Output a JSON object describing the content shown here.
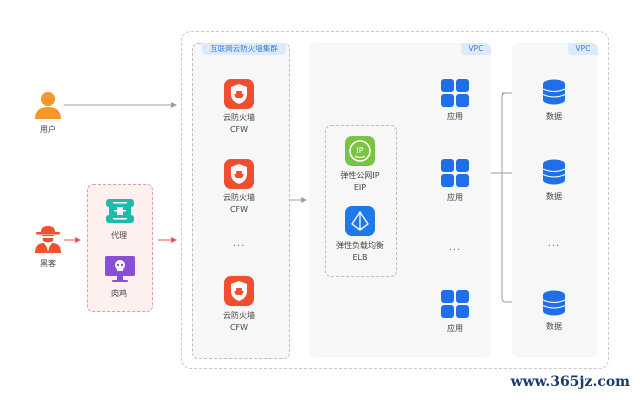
{
  "actors": {
    "user": {
      "label": "用户",
      "icon": "user-icon",
      "color": "#f5952a"
    },
    "hacker": {
      "label": "黑客",
      "icon": "hacker-icon",
      "color": "#f0522f"
    }
  },
  "attack_sources": [
    {
      "label": "代理",
      "icon": "proxy-icon",
      "color": "#1cbcaa"
    },
    {
      "label": "肉鸡",
      "icon": "zombie-computer-icon",
      "color": "#8a4fd8"
    }
  ],
  "cluster": {
    "title": "互联网云防火墙集群",
    "nodes": [
      {
        "name": "云防火墙",
        "abbr": "CFW"
      },
      {
        "name": "云防火墙",
        "abbr": "CFW"
      },
      {
        "name": "云防火墙",
        "abbr": "CFW"
      }
    ],
    "ellipsis": "...",
    "color": "#f04e2f"
  },
  "vpc_app": {
    "tag": "VPC",
    "gateway": [
      {
        "name": "弹性公网IP",
        "abbr": "EIP",
        "icon": "eip-icon",
        "color": "#7cc343"
      },
      {
        "name": "弹性负载均衡",
        "abbr": "ELB",
        "icon": "elb-icon",
        "color": "#1f7ae8"
      }
    ],
    "apps": [
      {
        "label": "应用"
      },
      {
        "label": "应用"
      },
      {
        "label": "应用"
      }
    ],
    "ellipsis": "..."
  },
  "vpc_data": {
    "tag": "VPC",
    "databases": [
      {
        "label": "数据"
      },
      {
        "label": "数据"
      },
      {
        "label": "数据"
      }
    ],
    "ellipsis": "..."
  },
  "accent_colors": {
    "tag_bg": "#dceafc",
    "tag_text": "#3a7bd5",
    "blue": "#1f6fe8",
    "attack_arrow": "#e0594a",
    "normal_arrow": "#9e9e9e"
  },
  "watermark": "www.365jz.com"
}
